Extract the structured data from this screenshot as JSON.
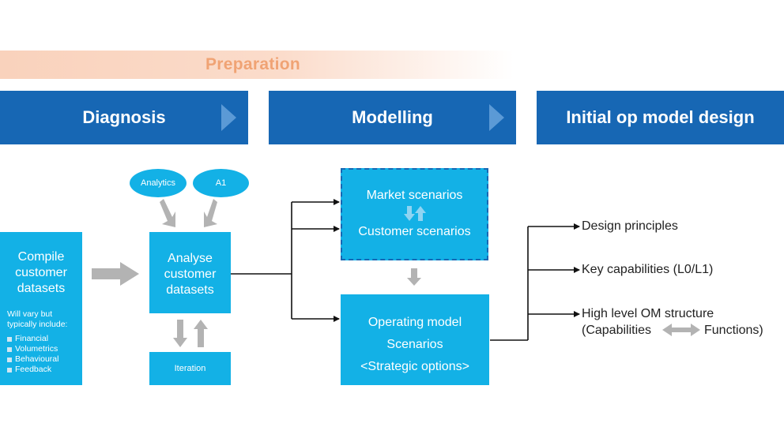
{
  "preparation": {
    "label": "Preparation"
  },
  "phases": [
    {
      "label": "Diagnosis"
    },
    {
      "label": "Modelling"
    },
    {
      "label": "Initial op model design"
    }
  ],
  "inputs": {
    "analytics": "Analytics",
    "a1": "A1"
  },
  "compile": {
    "title_lines": [
      "Compile",
      "customer",
      "datasets"
    ],
    "note_lines": [
      "Will vary but",
      "typically include:"
    ],
    "items": [
      "Financial",
      "Volumetrics",
      "Behavioural",
      "Feedback"
    ]
  },
  "analyse": {
    "lines": [
      "Analyse",
      "customer",
      "datasets"
    ]
  },
  "iteration": {
    "label": "Iteration"
  },
  "scenarios": {
    "market": "Market scenarios",
    "customer": "Customer scenarios"
  },
  "operating": {
    "lines": [
      "Operating model",
      "Scenarios",
      "<Strategic options>"
    ]
  },
  "outputs": {
    "design_principles": "Design principles",
    "key_capabilities": "Key capabilities (L0/L1)",
    "om_structure_line1": "High level OM structure",
    "capabilities": "(Capabilities",
    "functions": "Functions)"
  },
  "colors": {
    "phase": "#1767b4",
    "box": "#13b1e6",
    "preparation": "#f0a374",
    "arrow": "#b3b3b3"
  }
}
